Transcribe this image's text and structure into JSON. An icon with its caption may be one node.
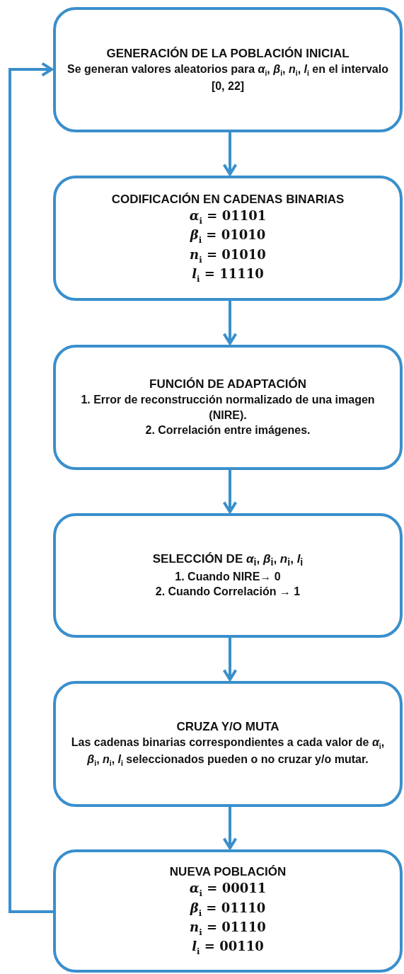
{
  "diagram": {
    "nodes": [
      {
        "text": [
          "GENERACIÓN DE LA POBLACIÓN INICIAL",
          "Se generan valores aleatorios para *α*$_{i}$, *β*$_{i}$, *n*$_{i}$, *l*$_{i}$ en el intervalo [0, 22]"
        ]
      },
      {
        "text": [
          "CODIFICACIÓN EN CADENAS BINARIAS",
          "*α*$_{i}$ = 01101",
          "*β*$_{i}$ = 01010",
          "*n*$_{i}$ = 01010",
          "*l*$_{i}$ = 11110"
        ]
      },
      {
        "text": [
          "FUNCIÓN DE ADAPTACIÓN",
          "1. Error de reconstrucción normalizado de una imagen (NIRE).",
          "2. Correlación entre imágenes."
        ]
      },
      {
        "text": [
          "SELECCIÓN DE *α*$_{i}$, *β*$_{i}$, *n*$_{i}$, *l*$_{i}$",
          "1. Cuando NIRE→ 0",
          "2. Cuando Correlación → 1"
        ]
      },
      {
        "text": [
          "CRUZA Y/O MUTA",
          "Las cadenas binarias correspondientes a cada valor de *α*$_{i}$, *β*$_{i}$, *n*$_{i}$, *l*$_{i}$ seleccionados pueden o no cruzar y/o mutar."
        ]
      },
      {
        "text": [
          "NUEVA POBLACIÓN",
          "*α*$_{i}$ = 00011",
          "*β*$_{i}$ = 01110",
          "*n*$_{i}$ = 01110",
          "*l*$_{i}$ = 00110"
        ]
      }
    ],
    "edges": [
      {
        "from": 0,
        "to": 1,
        "arrow": "to"
      },
      {
        "from": 1,
        "to": 2,
        "arrow": "to"
      },
      {
        "from": 2,
        "to": 3,
        "arrow": "to"
      },
      {
        "from": 3,
        "to": 4,
        "arrow": "to"
      },
      {
        "from": 4,
        "to": 5,
        "arrow": "to"
      },
      {
        "from": 5,
        "to": 0,
        "arrow": "to"
      }
    ]
  }
}
